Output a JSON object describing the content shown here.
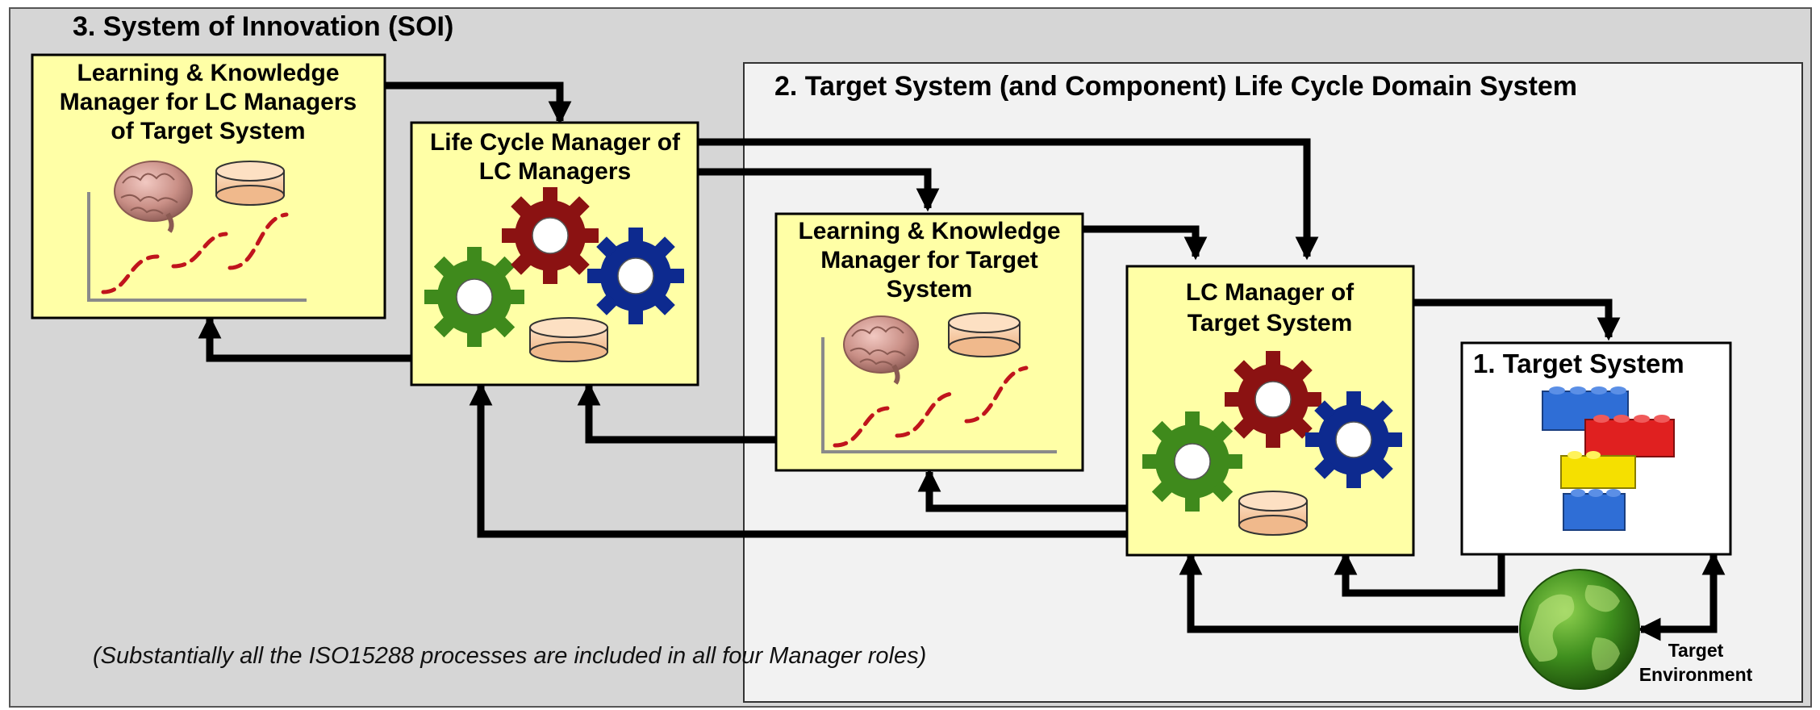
{
  "soi": {
    "title": "3.  System of Innovation (SOI)"
  },
  "domain_system": {
    "title": "2.  Target System (and Component)  Life Cycle Domain System"
  },
  "lk_manager_lc": {
    "lines": [
      "Learning & Knowledge",
      "Manager for LC Managers",
      "of Target System"
    ]
  },
  "lc_manager_of_lc": {
    "lines": [
      "Life Cycle Manager of",
      "LC Managers"
    ]
  },
  "lk_manager_target": {
    "lines": [
      "Learning & Knowledge",
      "Manager for Target",
      "System"
    ]
  },
  "lc_manager_target": {
    "lines": [
      "LC Manager of",
      "Target System"
    ]
  },
  "target_system": {
    "title": "1. Target System"
  },
  "target_environment": {
    "lines": [
      "Target",
      "Environment"
    ]
  },
  "footnote": "(Substantially all the ISO15288 processes are included in all four Manager roles)",
  "colors": {
    "soi_background": "#d6d6d6",
    "domain_background": "#f2f2f2",
    "manager_box": "#ffffa6",
    "gear_green": "#3f8a1c",
    "gear_red": "#8b1212",
    "gear_blue": "#0d2a8f",
    "database": "#f5c79a",
    "learning_curve": "#c0141c",
    "brick_blue": "#2f6ed6",
    "brick_red": "#e02020",
    "brick_yellow": "#f5e000",
    "globe": "#2e7d12"
  },
  "icons": [
    "brain-icon",
    "database-icon",
    "learning-curve-icon",
    "gear-icon",
    "lego-bricks-icon",
    "globe-icon"
  ]
}
